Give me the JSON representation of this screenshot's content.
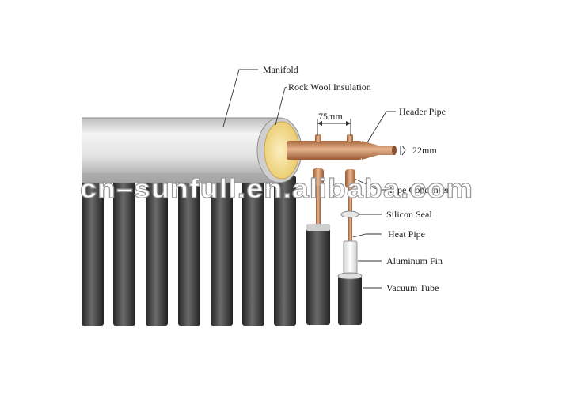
{
  "diagram": {
    "labels": {
      "manifold": "Manifold",
      "rock_wool": "Rock Wool Insulation",
      "header_pipe": "Header Pipe",
      "dim_75": "75mm",
      "dim_22": "22mm",
      "condenser": "Pipe Condenser",
      "silicon_seal": "Silicon Seal",
      "heat_pipe": "Heat Pipe",
      "aluminum_fin": "Aluminum Fin",
      "vacuum_tube": "Vacuum Tube"
    },
    "watermark": "cn–sunfull.en.alibaba.com",
    "colors": {
      "tube_dark": "#3a3a3a",
      "manifold_body": "#d8d8d8",
      "insulation": "#f1d98a",
      "copper": "#c98a5f"
    }
  }
}
